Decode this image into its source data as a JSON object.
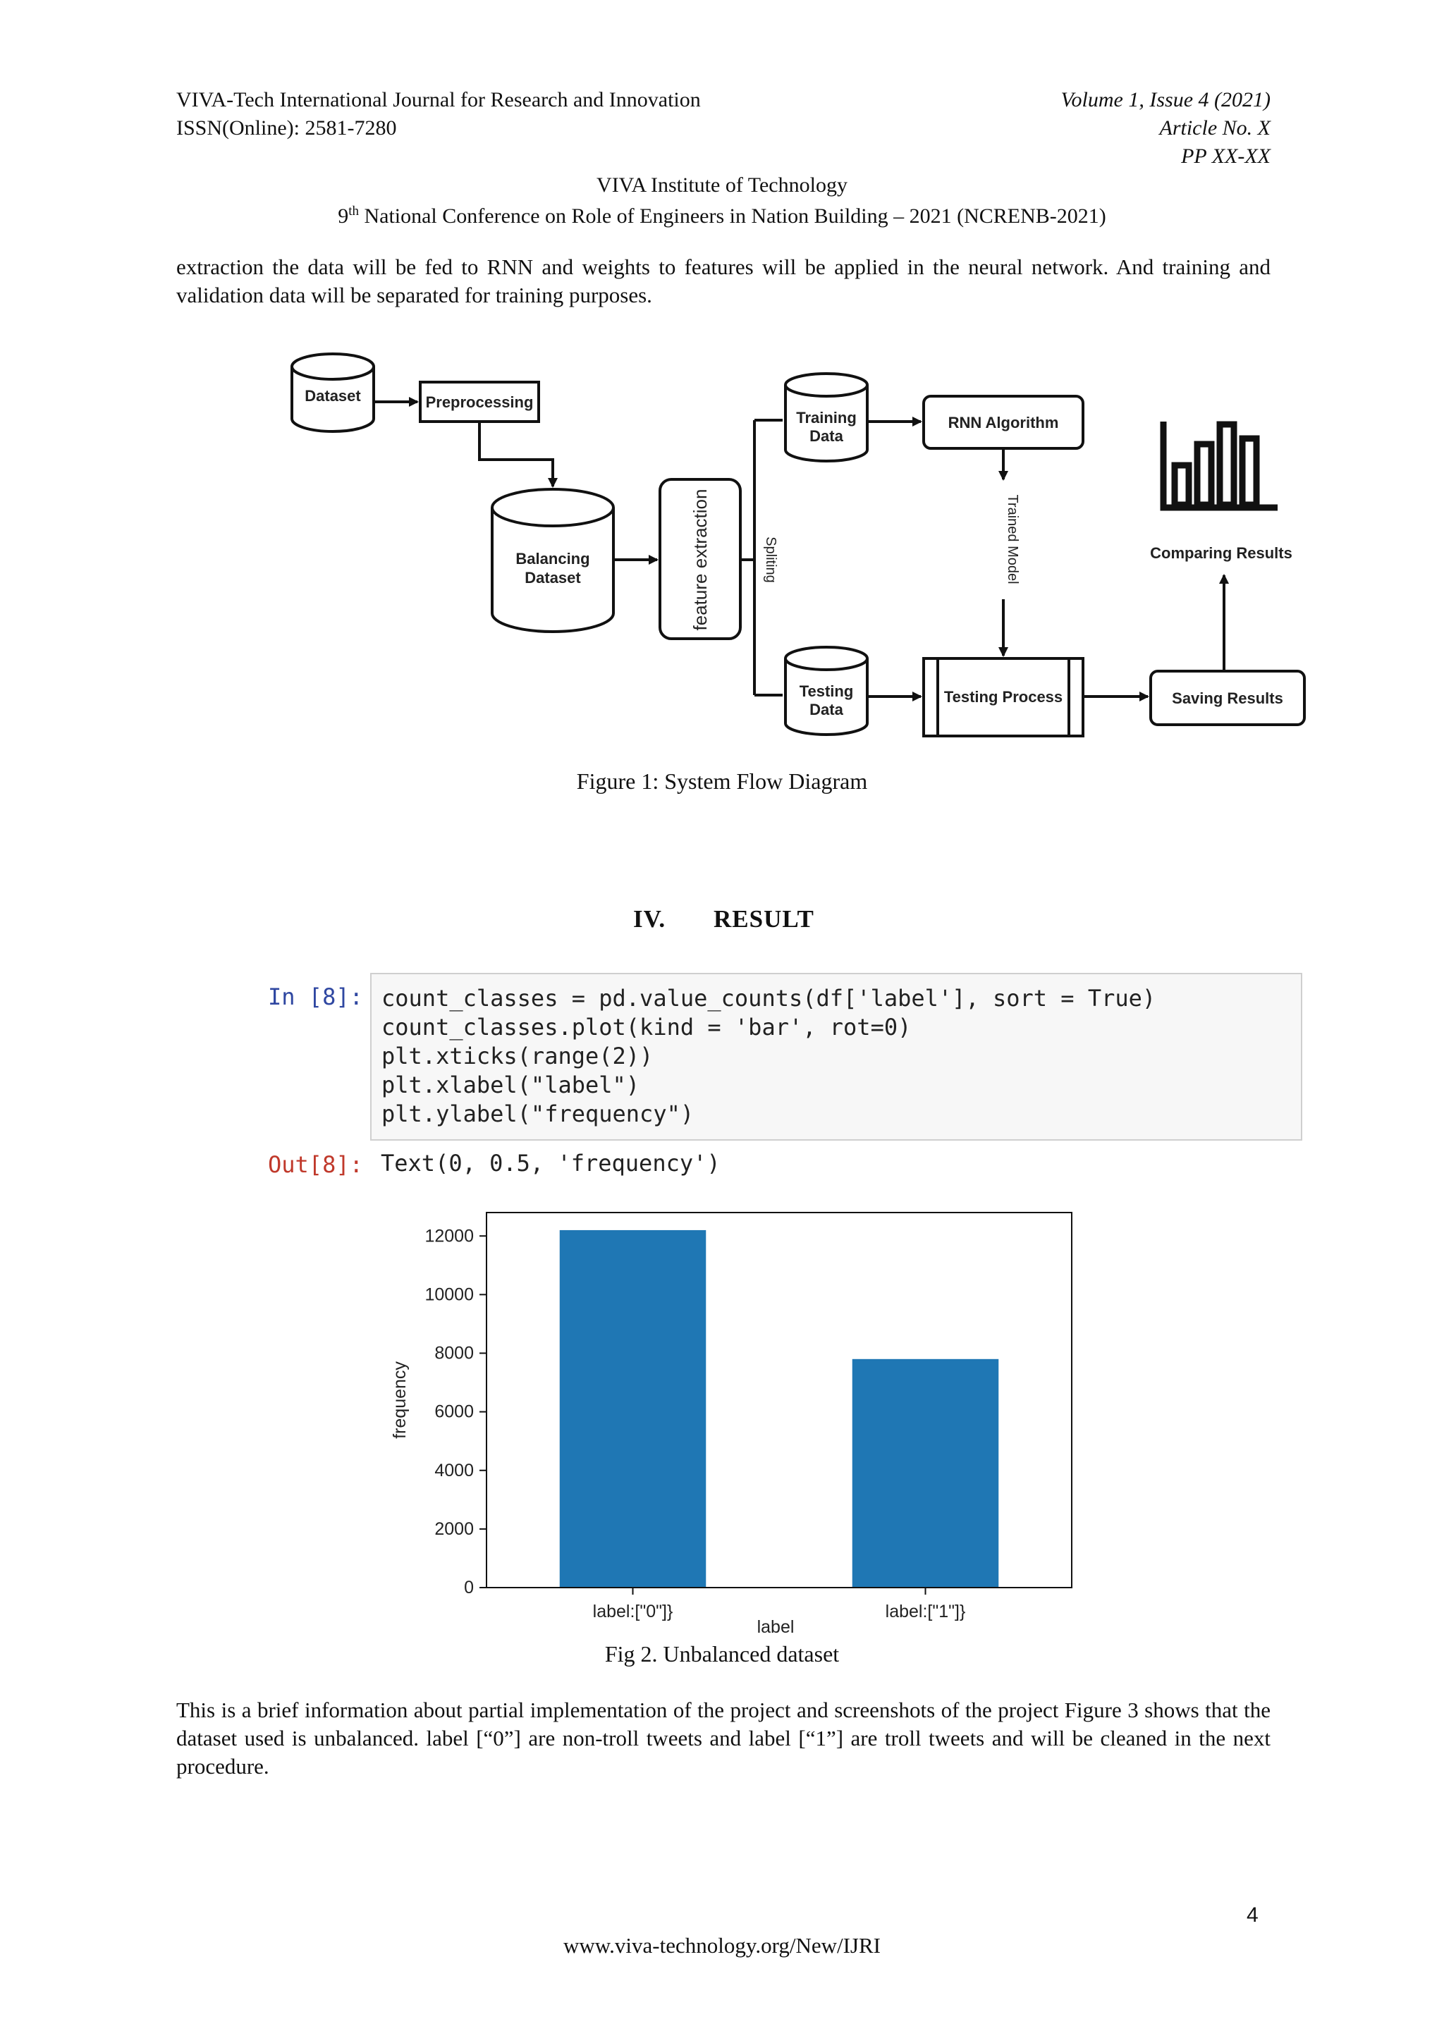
{
  "header": {
    "journal": "VIVA-Tech International Journal for Research and Innovation",
    "issn": "ISSN(Online): 2581-7280",
    "volume": "Volume 1, Issue 4 (2021)",
    "article": "Article No. X",
    "pages": "PP XX-XX",
    "institute": "VIVA Institute of Technology",
    "conf_num": "9",
    "conf_sup": "th",
    "conf_rest": " National Conference on Role of Engineers in Nation Building – 2021 (NCRENB-2021)"
  },
  "intro_text": "extraction the data will be fed to RNN and weights to features will be applied in the neural network. And training and validation data will be separated for training purposes.",
  "flow": {
    "dataset": "Dataset",
    "preprocessing": "Preprocessing",
    "balancing_1": "Balancing",
    "balancing_2": "Dataset",
    "feature_extraction": "feature extraction",
    "splitting": "Spliting",
    "training_1": "Training",
    "training_2": "Data",
    "testing_1": "Testing",
    "testing_2": "Data",
    "rnn": "RNN Algorithm",
    "trained_model": "Trained Model",
    "testing_process": "Testing Process",
    "saving_results": "Saving Results",
    "comparing_results": "Comparing Results"
  },
  "figure1_caption": "Figure 1: System Flow Diagram",
  "section": {
    "num": "IV.",
    "title": "RESULT"
  },
  "notebook": {
    "in_prompt": "In [8]:",
    "out_prompt": "Out[8]:",
    "code": [
      "count_classes = pd.value_counts(df['label'], sort = True)",
      "count_classes.plot(kind = 'bar', rot=0)",
      "plt.xticks(range(2))",
      "plt.xlabel(\"label\")",
      "plt.ylabel(\"frequency\")"
    ],
    "output": "Text(0, 0.5, 'frequency')"
  },
  "chart_data": {
    "type": "bar",
    "categories": [
      "label:[\"0\"]}",
      "label:[\"1\"]}"
    ],
    "values": [
      12200,
      7800
    ],
    "xlabel": "label",
    "ylabel": "frequency",
    "ylim": [
      0,
      12800
    ],
    "yticks": [
      0,
      2000,
      4000,
      6000,
      8000,
      10000,
      12000
    ],
    "grid": false,
    "bar_color": "#1f77b4"
  },
  "figure2_caption": "Fig 2. Unbalanced dataset",
  "closing_text": "This is a brief information about partial implementation of the project and screenshots of the project Figure 3 shows that the dataset used is unbalanced. label [“0”] are non-troll tweets and label [“1”] are troll tweets and will be cleaned in the next procedure.",
  "page_number": "4",
  "footer_url": "www.viva-technology.org/New/IJRI"
}
